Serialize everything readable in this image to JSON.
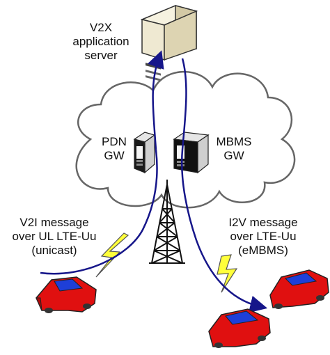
{
  "server": {
    "lines": [
      "V2X",
      "application",
      "server"
    ]
  },
  "pdn_gw": {
    "lines": [
      "PDN",
      "GW"
    ]
  },
  "mbms_gw": {
    "lines": [
      "MBMS",
      "GW"
    ]
  },
  "v2i": {
    "lines": [
      "V2I message",
      "over UL LTE-Uu",
      "(unicast)"
    ]
  },
  "i2v": {
    "lines": [
      "I2V message",
      "over LTE-Uu",
      "(eMBMS)"
    ]
  },
  "colors": {
    "car_body": "#e01010",
    "car_window": "#1e3fd8",
    "path": "#16168a",
    "lightning": "#ffff3a",
    "cloud_fill": "#ffffff",
    "cloud_stroke": "#666666",
    "server_face": "#efe9d2"
  },
  "icons": [
    "server-icon",
    "cloud-icon",
    "gateway-server-icon",
    "cell-tower-icon",
    "lightning-icon",
    "car-icon"
  ]
}
